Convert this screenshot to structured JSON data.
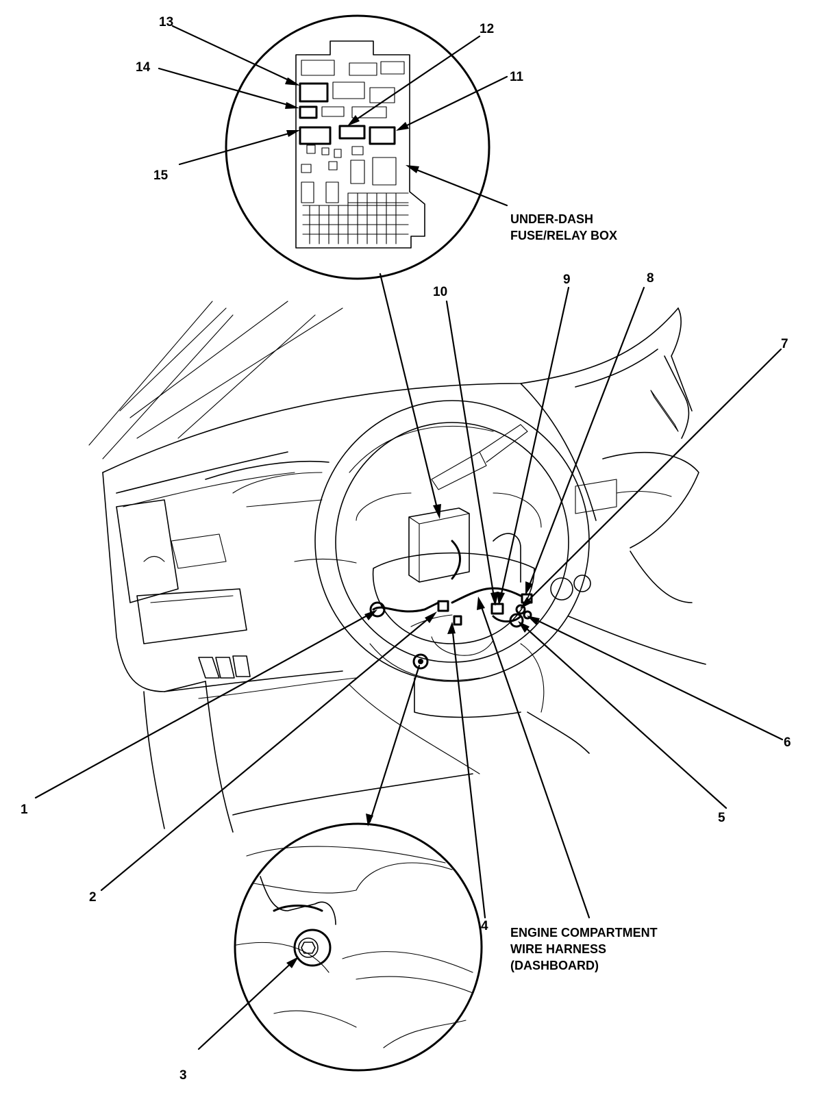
{
  "callouts": [
    {
      "id": "1",
      "text": "1"
    },
    {
      "id": "2",
      "text": "2"
    },
    {
      "id": "3",
      "text": "3"
    },
    {
      "id": "4",
      "text": "4"
    },
    {
      "id": "5",
      "text": "5"
    },
    {
      "id": "6",
      "text": "6"
    },
    {
      "id": "7",
      "text": "7"
    },
    {
      "id": "8",
      "text": "8"
    },
    {
      "id": "9",
      "text": "9"
    },
    {
      "id": "10",
      "text": "10"
    },
    {
      "id": "11",
      "text": "11"
    },
    {
      "id": "12",
      "text": "12"
    },
    {
      "id": "13",
      "text": "13"
    },
    {
      "id": "14",
      "text": "14"
    },
    {
      "id": "15",
      "text": "15"
    }
  ],
  "captions": {
    "fuse_box": [
      "UNDER-DASH",
      "FUSE/RELAY BOX"
    ],
    "harness": [
      "ENGINE COMPARTMENT",
      "WIRE HARNESS",
      "(DASHBOARD)"
    ]
  },
  "colors": {
    "ink": "#000000",
    "paper": "#ffffff"
  }
}
